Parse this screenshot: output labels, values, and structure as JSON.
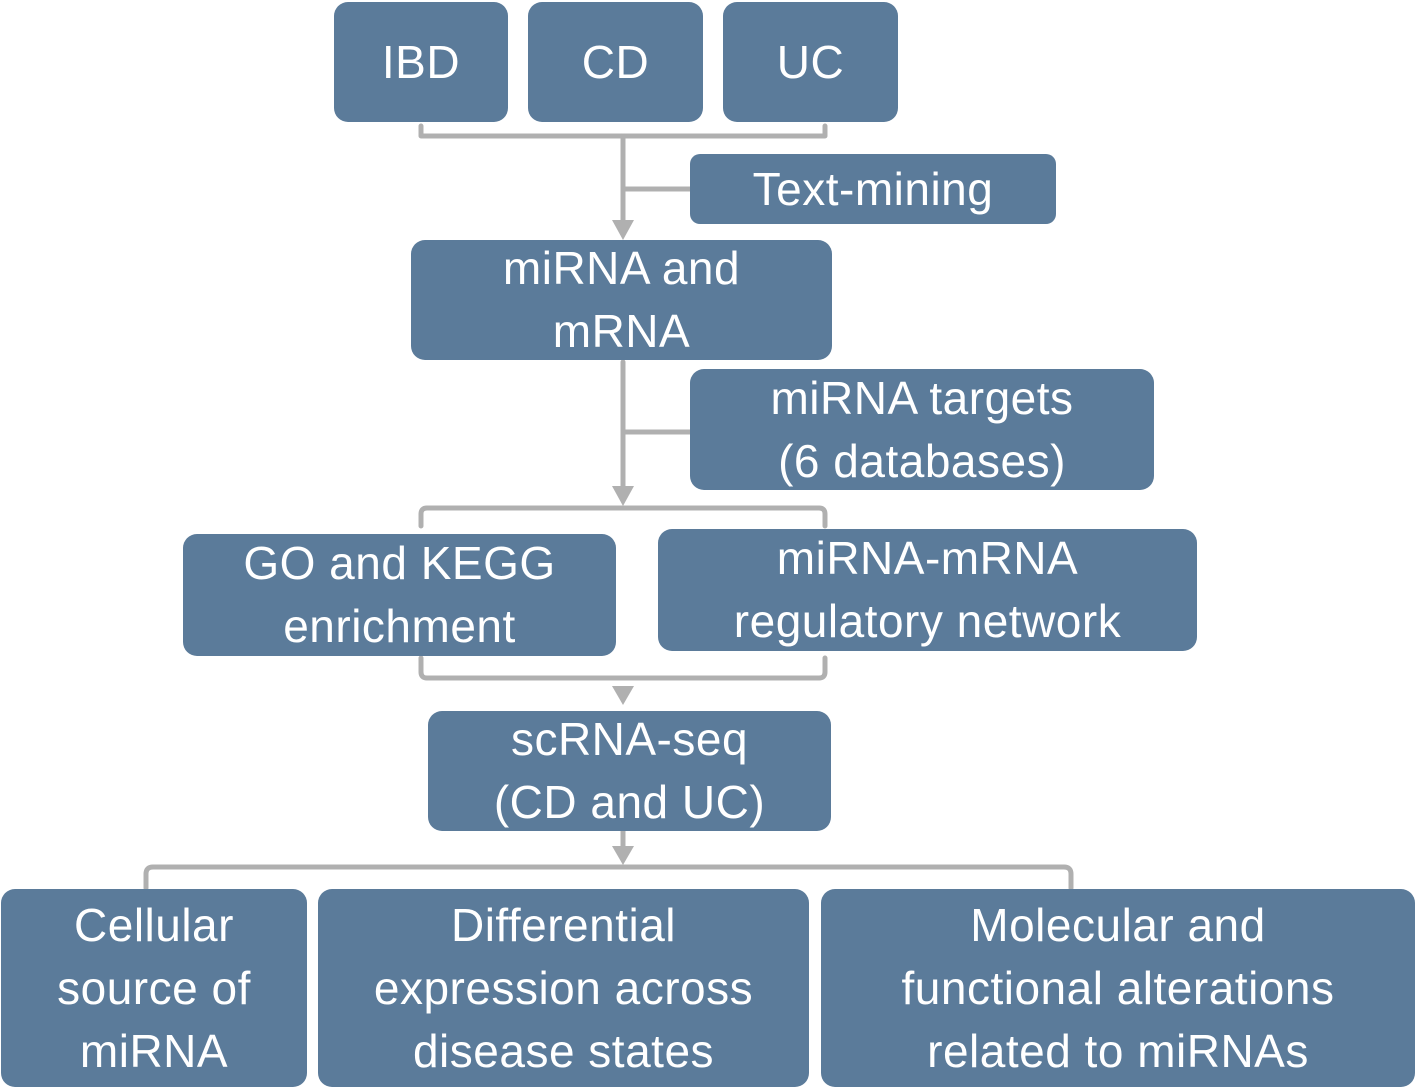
{
  "nodes": {
    "ibd": "IBD",
    "cd": "CD",
    "uc": "UC",
    "text_mining": "Text-mining",
    "mirna_mrna": [
      "miRNA and",
      "mRNA"
    ],
    "mirna_targets": [
      "miRNA targets",
      "(6 databases)"
    ],
    "go_kegg": [
      "GO and KEGG",
      "enrichment"
    ],
    "network": [
      "miRNA-mRNA",
      "regulatory network"
    ],
    "scrna_seq": [
      "scRNA-seq",
      "(CD and UC)"
    ],
    "cellular_source": [
      "Cellular",
      "source of",
      "miRNA"
    ],
    "differential_expression": [
      "Differential",
      "expression across",
      "disease states"
    ],
    "molecular_functional": [
      "Molecular and",
      "functional alterations",
      "related to miRNAs"
    ]
  },
  "colors": {
    "box_fill": "#5b7b9a",
    "box_text": "#ffffff",
    "connector": "#b0b0b0"
  }
}
